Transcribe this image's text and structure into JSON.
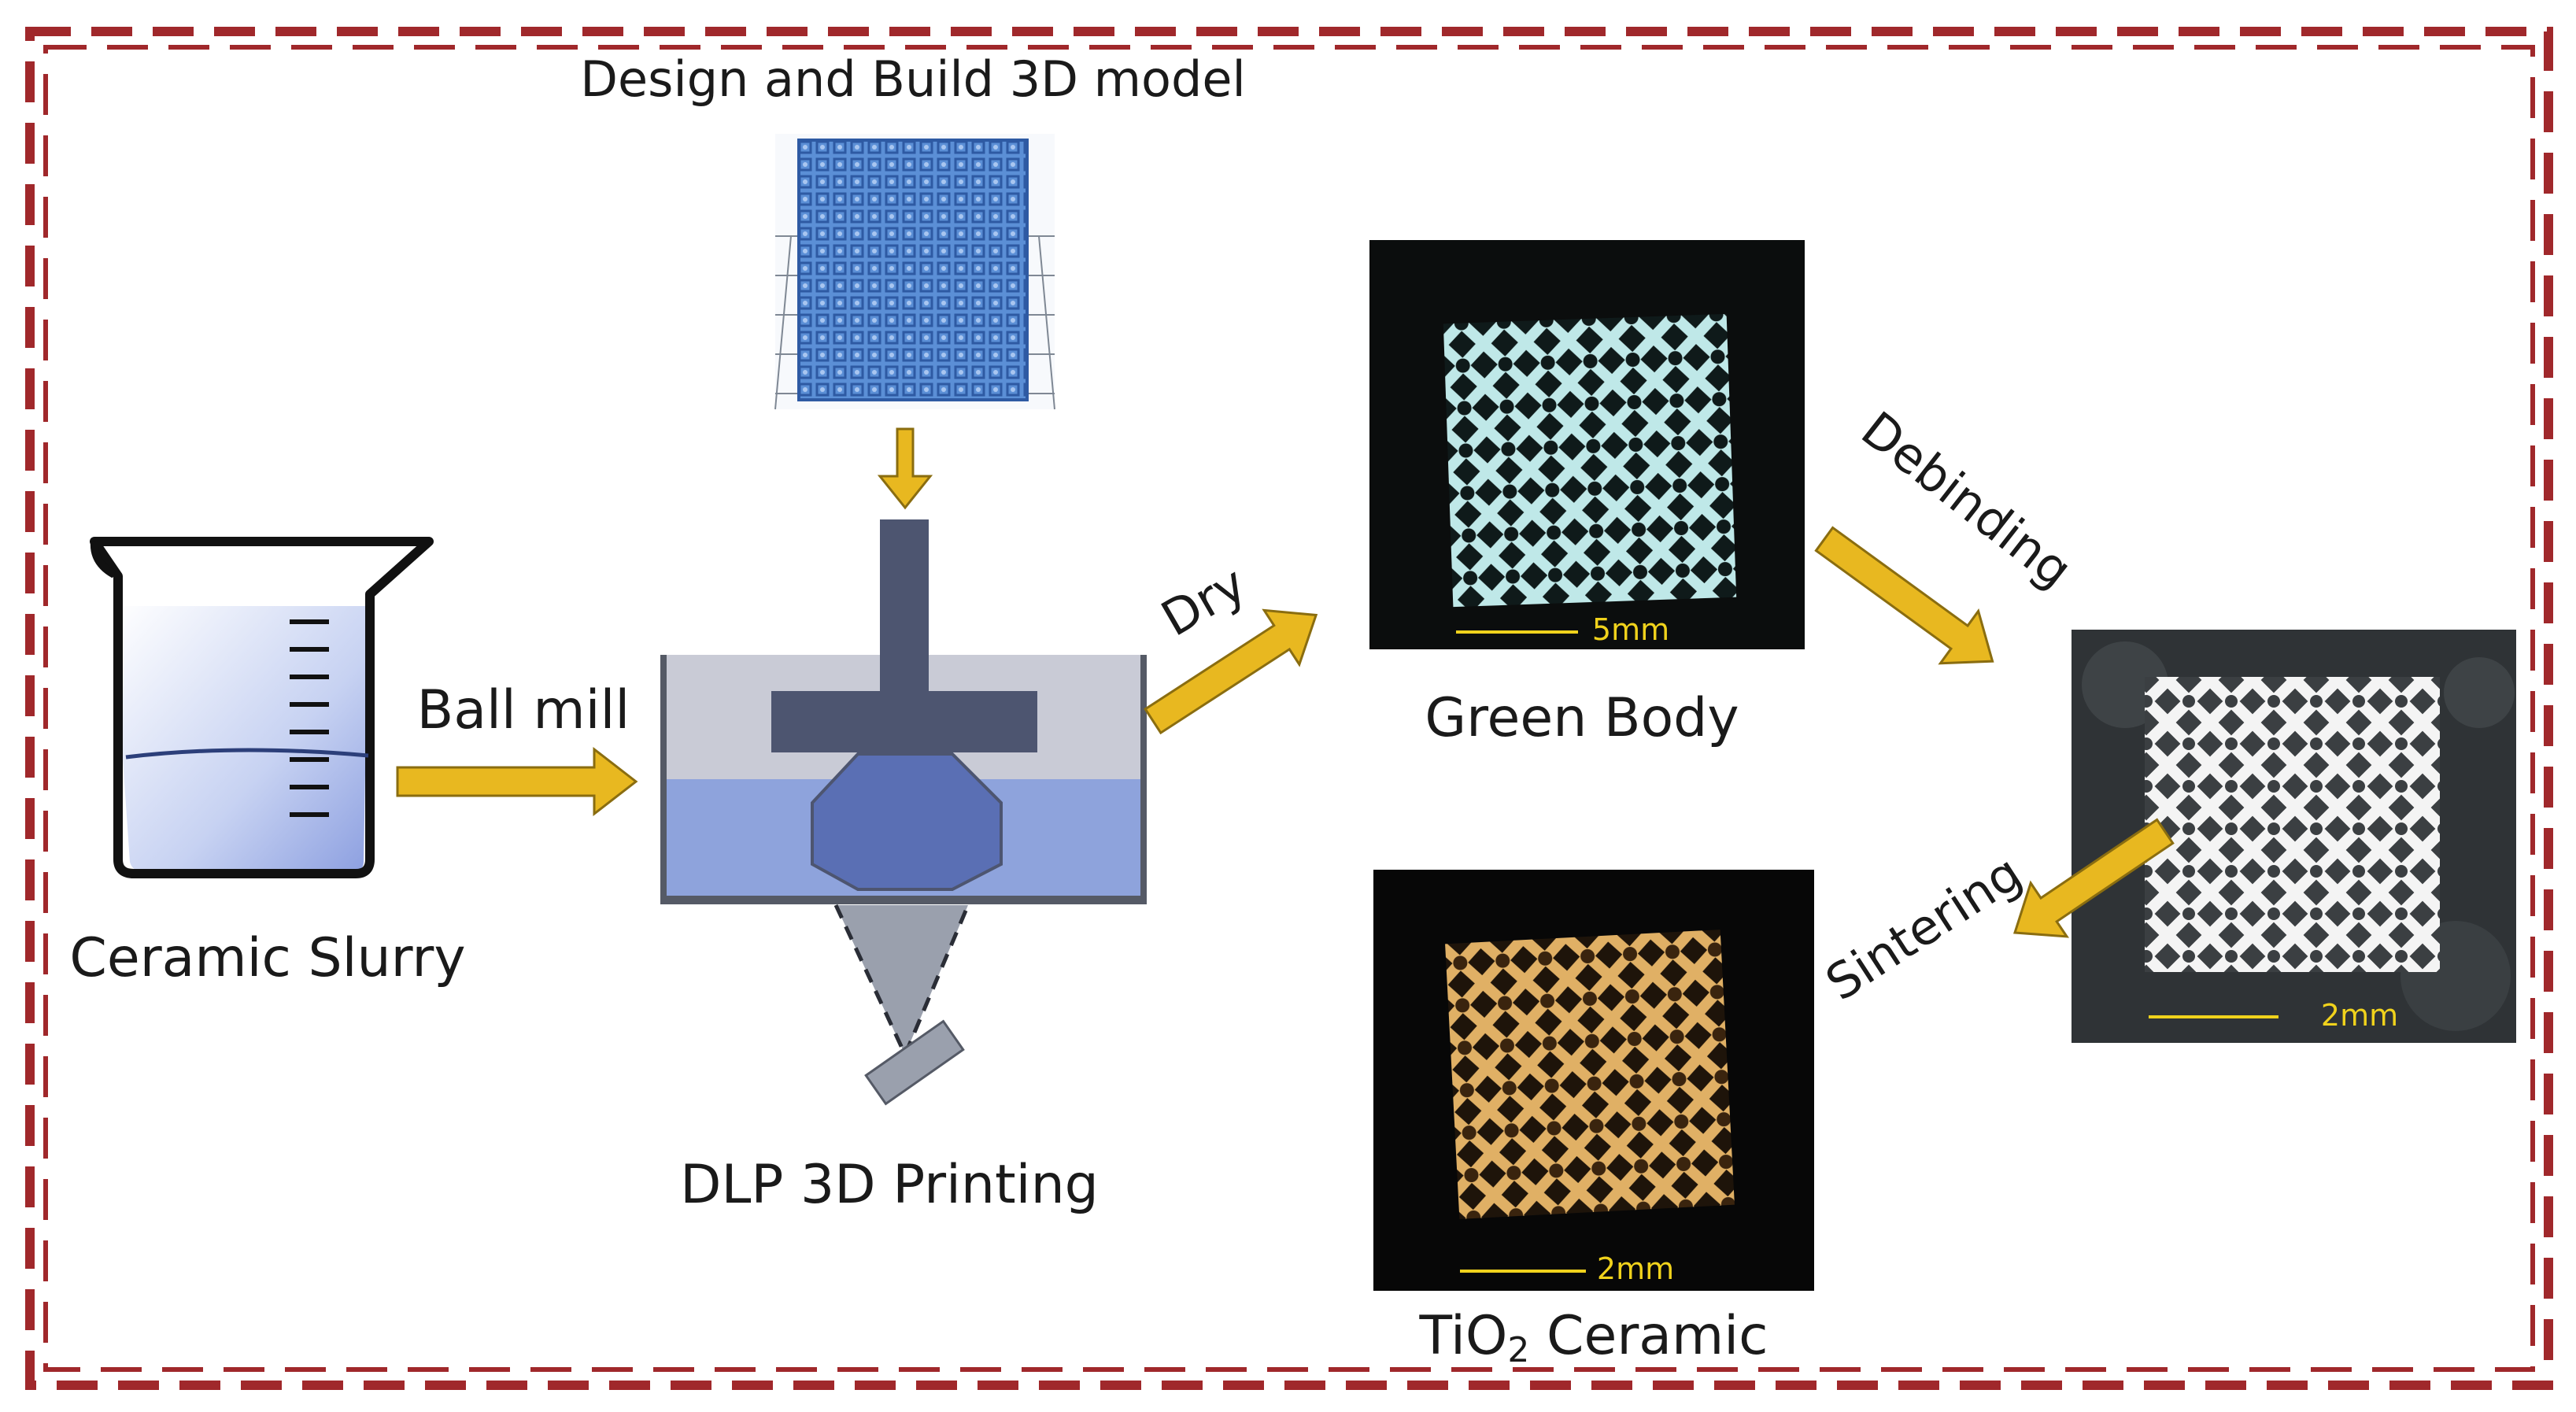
{
  "diagram": {
    "design_label": "Design and Build 3D model",
    "slurry_label": "Ceramic Slurry",
    "ball_mill_label": "Ball mill",
    "dlp_label": "DLP 3D Printing",
    "dry_label": "Dry",
    "green_body_label": "Green Body",
    "green_scale": "5mm",
    "debinding_label": "Debinding",
    "debound_scale": "2mm",
    "sintering_label": "Sintering",
    "ceramic_label_prefix": "TiO",
    "ceramic_label_sub": "2",
    "ceramic_label_suffix": " Ceramic",
    "ceramic_scale": "2mm"
  },
  "colors": {
    "frame": "#a0282b",
    "arrow": "#e8b820",
    "arrow_outline": "#8a6d10",
    "model_blue": "#4d7fcc",
    "projector": "#4d5570",
    "resin": "#8ea3dc",
    "green_body": "#bfe8e8",
    "debound": "#f2f2f2",
    "ceramic": "#d9a55a"
  }
}
